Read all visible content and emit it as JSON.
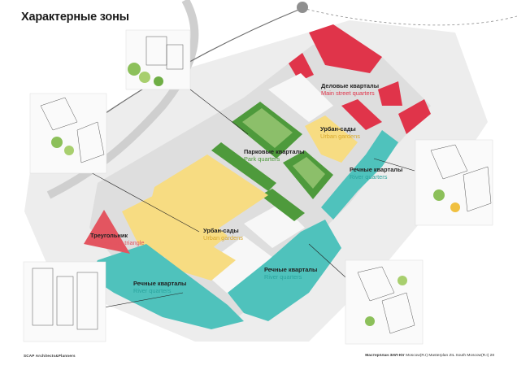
{
  "title": "Характерные зоны",
  "colors": {
    "business": "#e0344a",
    "park": "#4e9a3c",
    "urban_gardens": "#f7dc82",
    "river": "#4fc2bc",
    "triangle": "#e35560",
    "road": "#d2d2d2",
    "block": "#ececec"
  },
  "zones": {
    "business": {
      "ru": "Деловые кварталы",
      "en": "Main street quarters"
    },
    "urban_gardens_small": {
      "ru": "Урбан-сады",
      "en": "Urban gardens"
    },
    "park": {
      "ru": "Парковые кварталы",
      "en": "Park quarters"
    },
    "river_right": {
      "ru": "Речные кварталы",
      "en": "River quarters"
    },
    "triangle": {
      "ru": "Треугольник",
      "en": "Moscow city triangle"
    },
    "urban_gardens_main": {
      "ru": "Урбан-сады",
      "en": "Urban gardens"
    },
    "river_center": {
      "ru": "Речные кварталы",
      "en": "River quarters"
    },
    "river_left": {
      "ru": "Речные кварталы",
      "en": "River quarters"
    }
  },
  "footer": {
    "left": "SCAP Architects&Planners",
    "right_bold": "Мастерплан ЗИЛ-Юг",
    "right_rest": "Moscow(R.I) Masterplan ZIL South Moscow(R.I) 28"
  }
}
